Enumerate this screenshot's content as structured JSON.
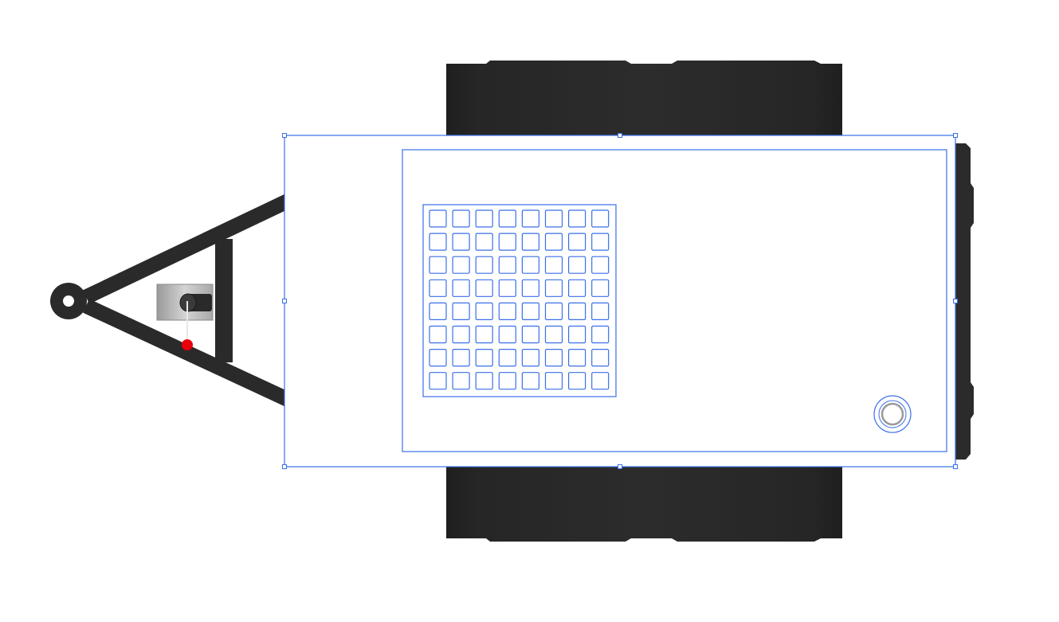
{
  "document": {
    "subject": "trailer-top-view",
    "selection_active": true,
    "vent_grid": {
      "rows": 8,
      "cols": 8
    }
  },
  "colors": {
    "background": "#ffffff",
    "tire": "#2b2b2b",
    "frame": "#2a2a2a",
    "selection": "#3a6fe8",
    "bed_fill": "#ffffff",
    "latch_plate": "#c8c8c8",
    "latch_pin": "#e8e8e8",
    "chain_end": "#e8000b"
  }
}
